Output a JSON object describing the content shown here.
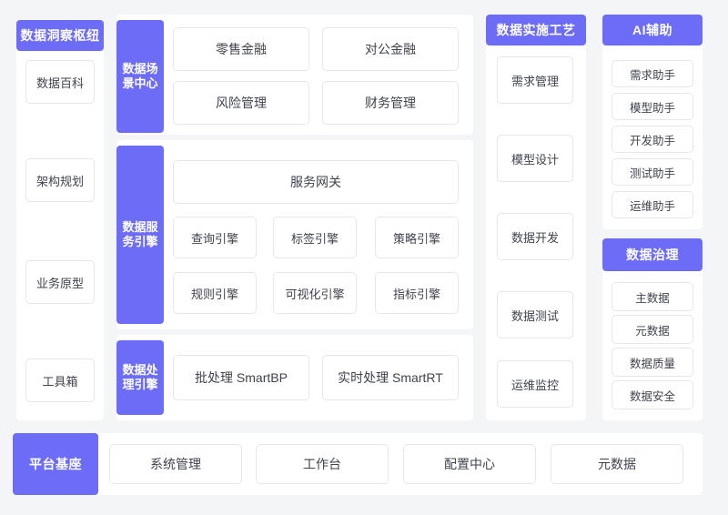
{
  "theme": {
    "accent": "#6c6cf6",
    "page_bg": "#f4f5f7",
    "panel_bg": "#ffffff",
    "tile_border": "#e6e7ec",
    "tile_text": "#3f434d"
  },
  "insight_hub": {
    "title": "数据洞察枢纽",
    "items": [
      {
        "label": "数据百科"
      },
      {
        "label": "架构规划"
      },
      {
        "label": "业务原型"
      },
      {
        "label": "工具箱"
      }
    ]
  },
  "scene_center": {
    "title": "数据场景中心",
    "items": [
      {
        "label": "零售金融"
      },
      {
        "label": "对公金融"
      },
      {
        "label": "风险管理"
      },
      {
        "label": "财务管理"
      }
    ]
  },
  "service_engine": {
    "title": "数据服务引擎",
    "gateway": {
      "label": "服务网关"
    },
    "items": [
      {
        "label": "查询引擎"
      },
      {
        "label": "标签引擎"
      },
      {
        "label": "策略引擎"
      },
      {
        "label": "规则引擎"
      },
      {
        "label": "可视化引擎"
      },
      {
        "label": "指标引擎"
      }
    ]
  },
  "process_engine": {
    "title": "数据处理引擎",
    "items": [
      {
        "label": "批处理 SmartBP"
      },
      {
        "label": "实时处理  SmartRT"
      }
    ]
  },
  "implementation": {
    "title": "数据实施工艺",
    "items": [
      {
        "label": "需求管理"
      },
      {
        "label": "模型设计"
      },
      {
        "label": "数据开发"
      },
      {
        "label": "数据测试"
      },
      {
        "label": "运维监控"
      }
    ]
  },
  "ai_assist": {
    "title": "AI辅助",
    "items": [
      {
        "label": "需求助手"
      },
      {
        "label": "模型助手"
      },
      {
        "label": "开发助手"
      },
      {
        "label": "测试助手"
      },
      {
        "label": "运维助手"
      }
    ]
  },
  "governance": {
    "title": "数据治理",
    "items": [
      {
        "label": "主数据"
      },
      {
        "label": "元数据"
      },
      {
        "label": "数据质量"
      },
      {
        "label": "数据安全"
      }
    ]
  },
  "platform_base": {
    "title": "平台基座",
    "items": [
      {
        "label": "系统管理"
      },
      {
        "label": "工作台"
      },
      {
        "label": "配置中心"
      },
      {
        "label": "元数据"
      }
    ]
  }
}
